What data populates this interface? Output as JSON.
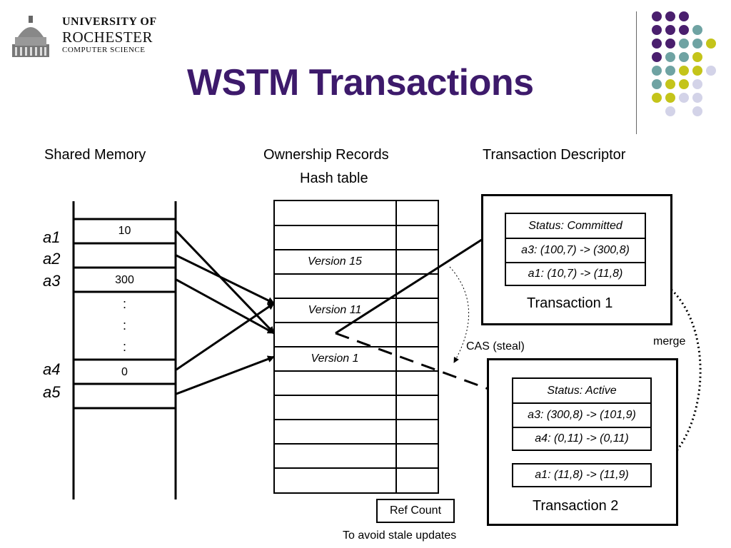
{
  "logo": {
    "line1": "UNIVERSITY OF",
    "line2": "ROCHESTER",
    "line3": "COMPUTER  SCIENCE"
  },
  "title": "WSTM Transactions",
  "colors": {
    "title": "#3d1a6b",
    "dot_purple": "#4a1f6e",
    "dot_teal": "#6fa3a3",
    "dot_lime": "#c4c41a",
    "dot_lavender": "#d3d3e8"
  },
  "sections": {
    "shared_memory": "Shared Memory",
    "ownership_records": "Ownership Records",
    "hash_table": "Hash table",
    "transaction_descriptor": "Transaction Descriptor"
  },
  "memory": {
    "addresses": [
      "a1",
      "a2",
      "a3",
      "a4",
      "a5"
    ],
    "values": {
      "a1": "10",
      "a3": "300",
      "a4": "0"
    },
    "ellipsis": ":"
  },
  "ownership": {
    "versions": [
      "Version 15",
      "Version 11",
      "Version 1"
    ],
    "ref_count": "Ref Count",
    "ref_note": "To avoid stale updates"
  },
  "transaction1": {
    "status": "Status: Committed",
    "entries": [
      "a3: (100,7) -> (300,8)",
      "a1: (10,7) -> (11,8)"
    ],
    "label": "Transaction 1"
  },
  "transaction2": {
    "status": "Status: Active",
    "entries": [
      "a3: (300,8) -> (101,9)",
      "a4: (0,11) -> (0,11)",
      "a1: (11,8) -> (11,9)"
    ],
    "label": "Transaction 2"
  },
  "annotations": {
    "cas": "CAS (steal)",
    "merge": "merge"
  }
}
